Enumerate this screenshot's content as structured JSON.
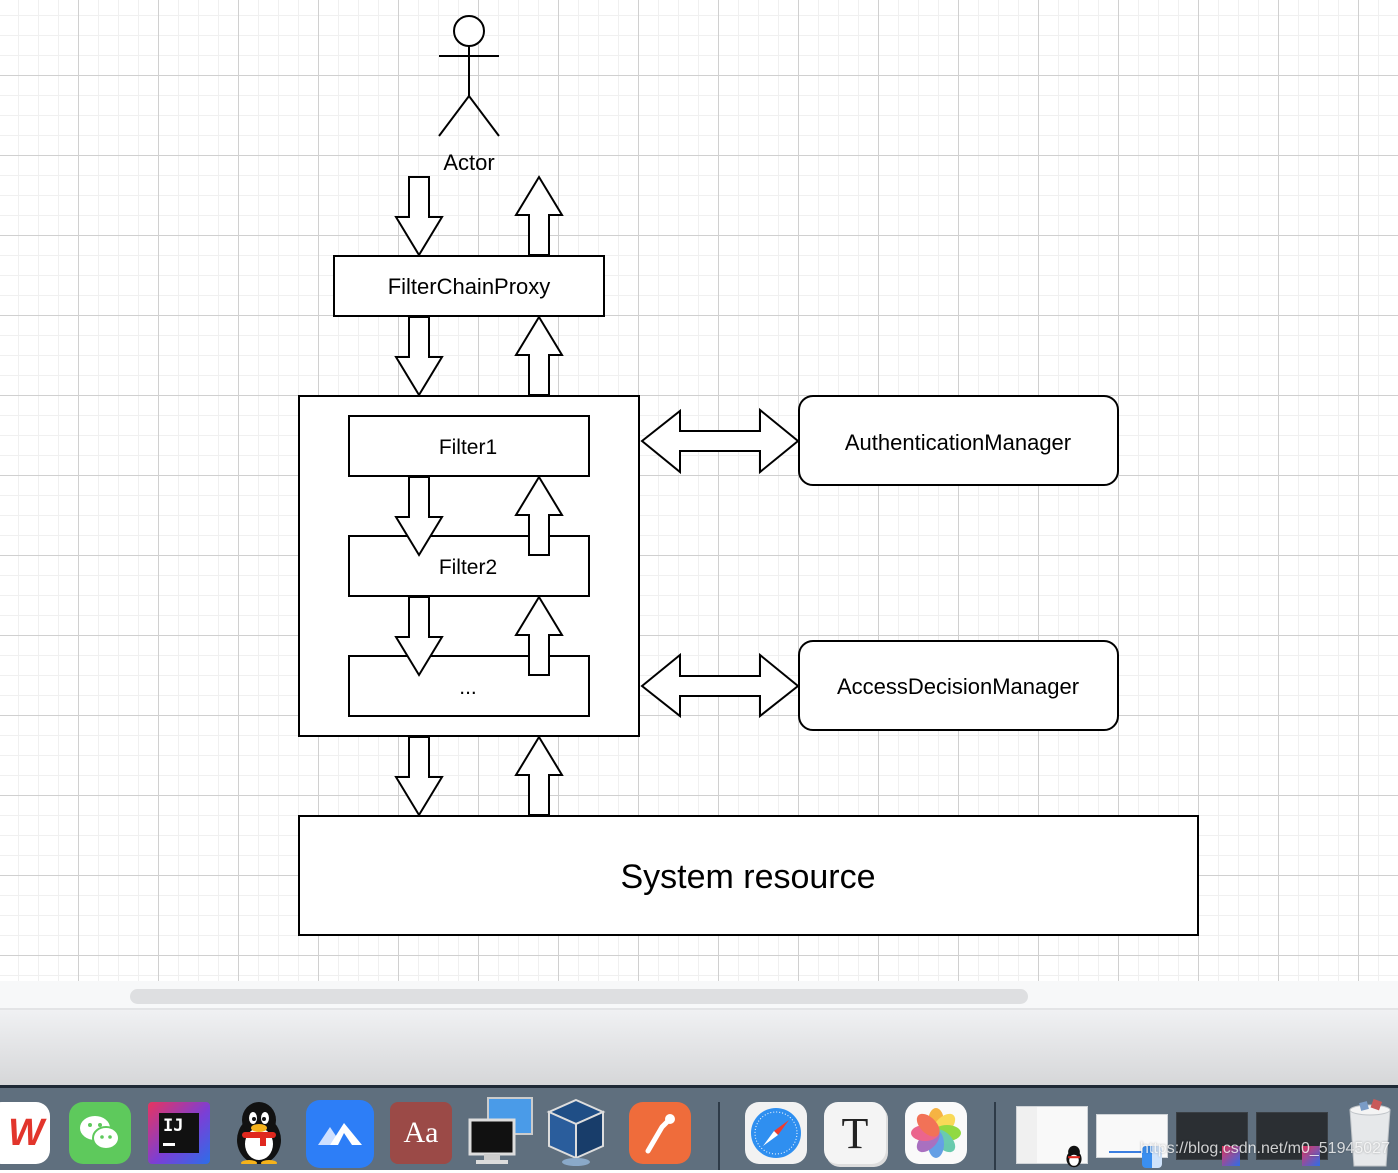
{
  "diagram": {
    "actor_label": "Actor",
    "filter_chain_proxy": "FilterChainProxy",
    "filters": [
      "Filter1",
      "Filter2",
      "..."
    ],
    "authentication_manager": "AuthenticationManager",
    "access_decision_manager": "AccessDecisionManager",
    "system_resource": "System resource"
  },
  "dock": {
    "apps": [
      {
        "name": "WPS Office",
        "icon": "wps-icon",
        "glyph": "W"
      },
      {
        "name": "WeChat",
        "icon": "wechat-icon",
        "glyph": ""
      },
      {
        "name": "IntelliJ IDEA",
        "icon": "intellij-icon",
        "glyph": "IJ"
      },
      {
        "name": "QQ",
        "icon": "qq-penguin-icon",
        "glyph": ""
      },
      {
        "name": "Lark",
        "icon": "lark-icon",
        "glyph": ""
      },
      {
        "name": "Dictionary",
        "icon": "dictionary-icon",
        "glyph": "Aa"
      },
      {
        "name": "Screen Sharing",
        "icon": "screen-sharing-icon",
        "glyph": ""
      },
      {
        "name": "VirtualBox",
        "icon": "virtualbox-icon",
        "glyph": ""
      },
      {
        "name": "Postman",
        "icon": "postman-icon",
        "glyph": ""
      },
      {
        "name": "Safari",
        "icon": "safari-icon",
        "glyph": ""
      },
      {
        "name": "Typora",
        "icon": "typora-icon",
        "glyph": "T"
      },
      {
        "name": "Photos",
        "icon": "photos-icon",
        "glyph": ""
      }
    ],
    "minimized_windows": [
      {
        "name": "QQ window",
        "icon": "qq-window-thumbnail"
      },
      {
        "name": "Finder window",
        "icon": "finder-window-thumbnail"
      },
      {
        "name": "IntelliJ window 1",
        "icon": "intellij-window-thumbnail"
      },
      {
        "name": "IntelliJ window 2",
        "icon": "intellij-window-thumbnail"
      }
    ],
    "trash": {
      "name": "Trash",
      "icon": "trash-icon"
    }
  },
  "watermark": "https://blog.csdn.net/m0_51945027"
}
